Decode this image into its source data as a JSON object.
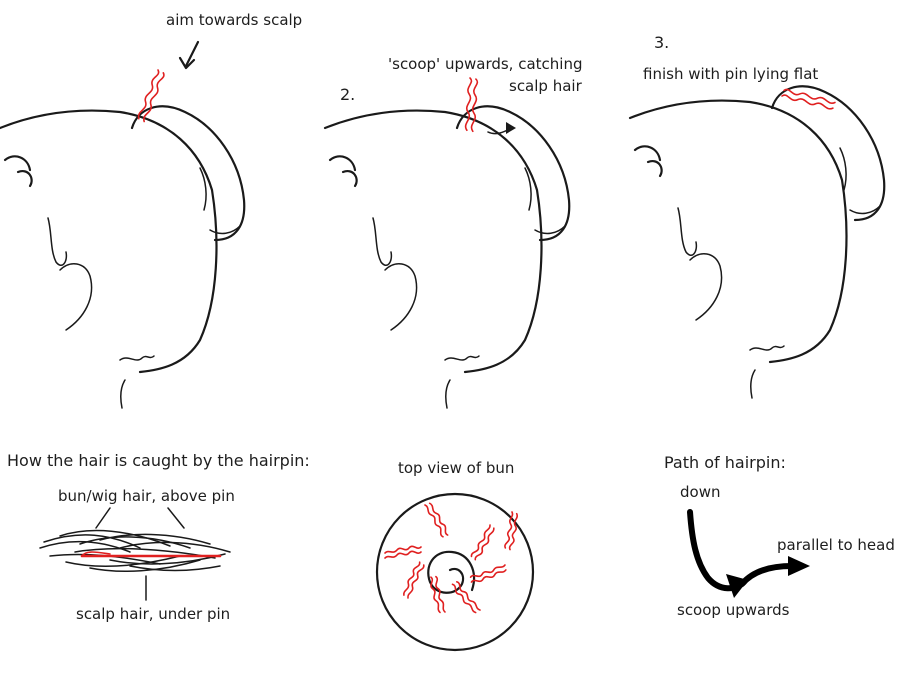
{
  "labels": {
    "aim": "aim towards scalp",
    "step2_number": "2.",
    "scoop": "'scoop' upwards, catching",
    "scalp_hair": "scalp hair",
    "step3_number": "3.",
    "finish": "finish with pin lying flat",
    "how_caught": "How the hair is caught by the hairpin:",
    "bun_wig": "bun/wig hair, above pin",
    "scalp_under": "scalp hair, under pin",
    "top_view": "top view of bun",
    "path_title": "Path of hairpin:",
    "down": "down",
    "parallel": "parallel to head",
    "scoop_up": "scoop upwards"
  },
  "colors": {
    "ink": "#1a1a1a",
    "pin": "#e02020"
  }
}
